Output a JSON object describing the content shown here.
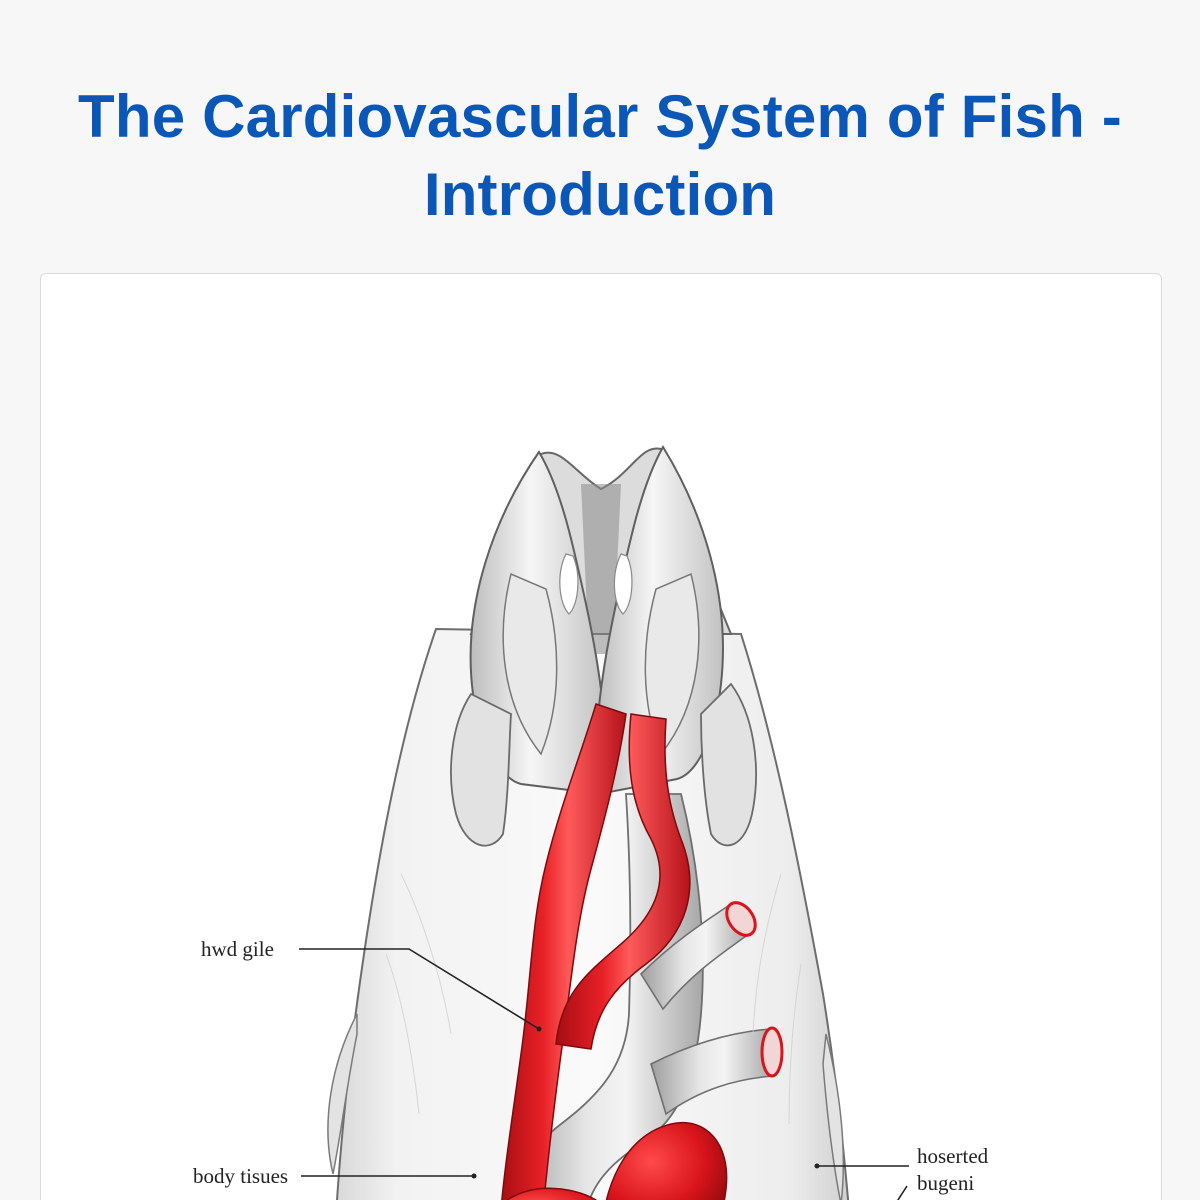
{
  "page": {
    "title": "The Cardiovascular System of Fish - Introduction"
  },
  "diagram": {
    "labels": {
      "left_upper": "hwd gile",
      "left_lower": "body tisues",
      "right_line1": "hoserted",
      "right_line2": "bugeni"
    },
    "colors": {
      "title": "#0b57b8",
      "artery_red": "#d9141c",
      "vessel_grey": "#cfcfcf",
      "body_outline": "#6d6d6d"
    }
  }
}
